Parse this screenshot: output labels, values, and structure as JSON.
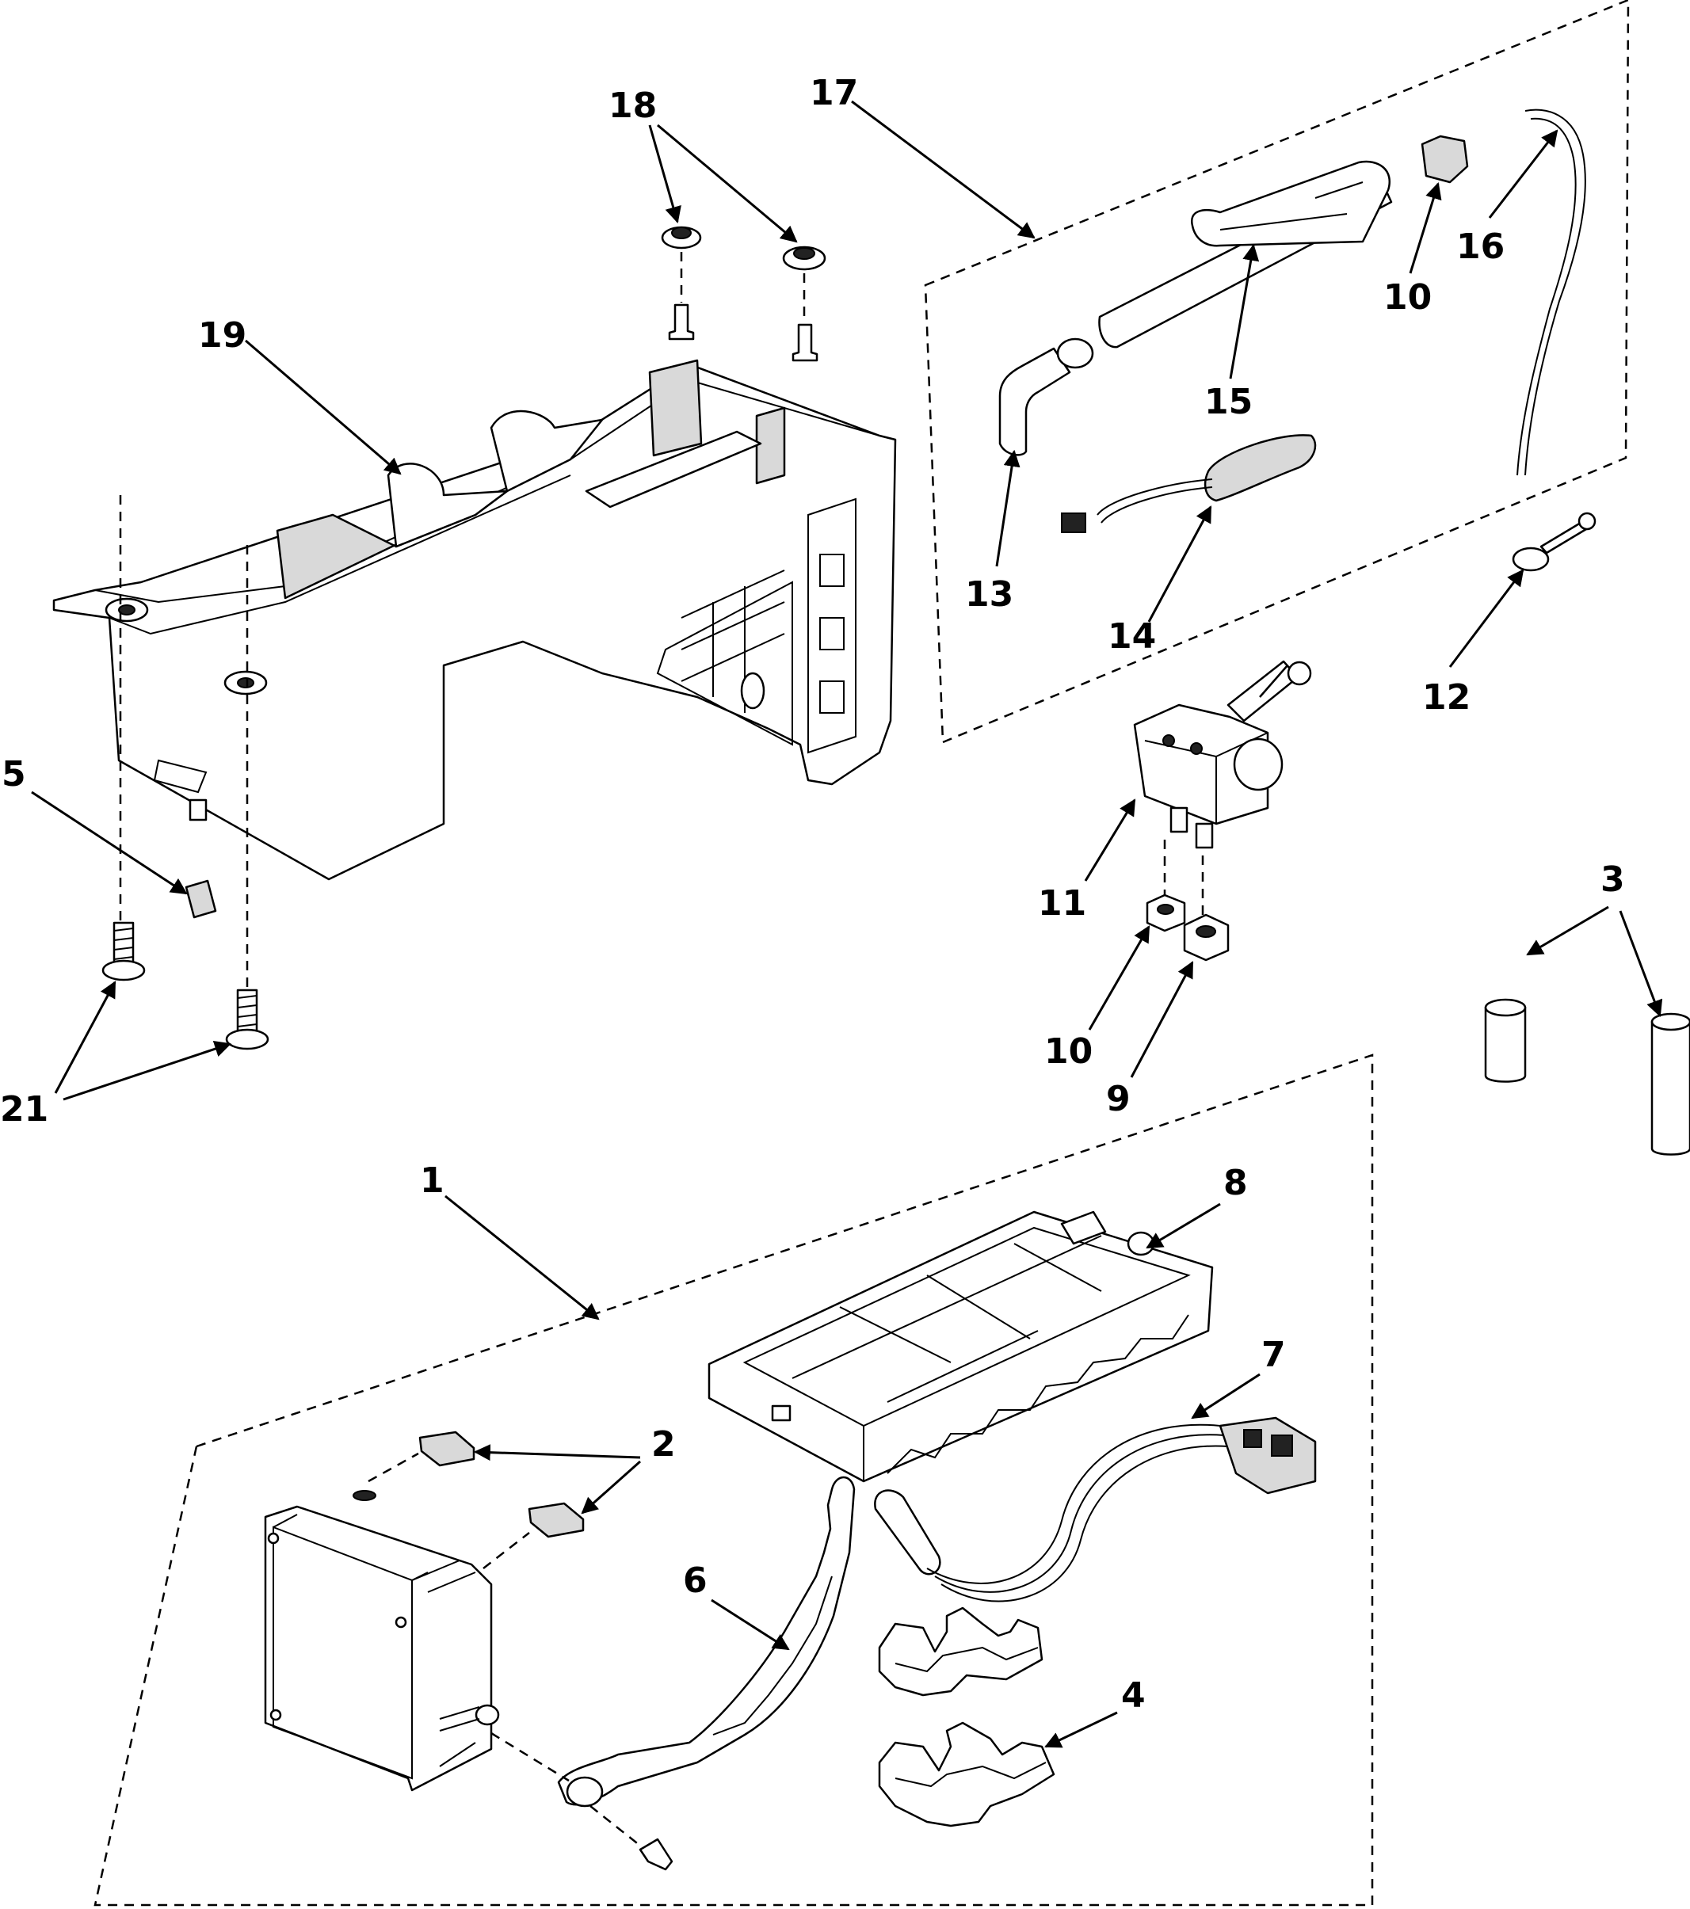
{
  "callouts": {
    "c1": "1",
    "c2": "2",
    "c3": "3",
    "c4": "4",
    "c5": "5",
    "c6": "6",
    "c7": "7",
    "c8": "8",
    "c9": "9",
    "c10a": "10",
    "c10b": "10",
    "c11": "11",
    "c12": "12",
    "c13": "13",
    "c14": "14",
    "c15": "15",
    "c16": "16",
    "c17": "17",
    "c18": "18",
    "c19": "19",
    "c21": "21"
  }
}
